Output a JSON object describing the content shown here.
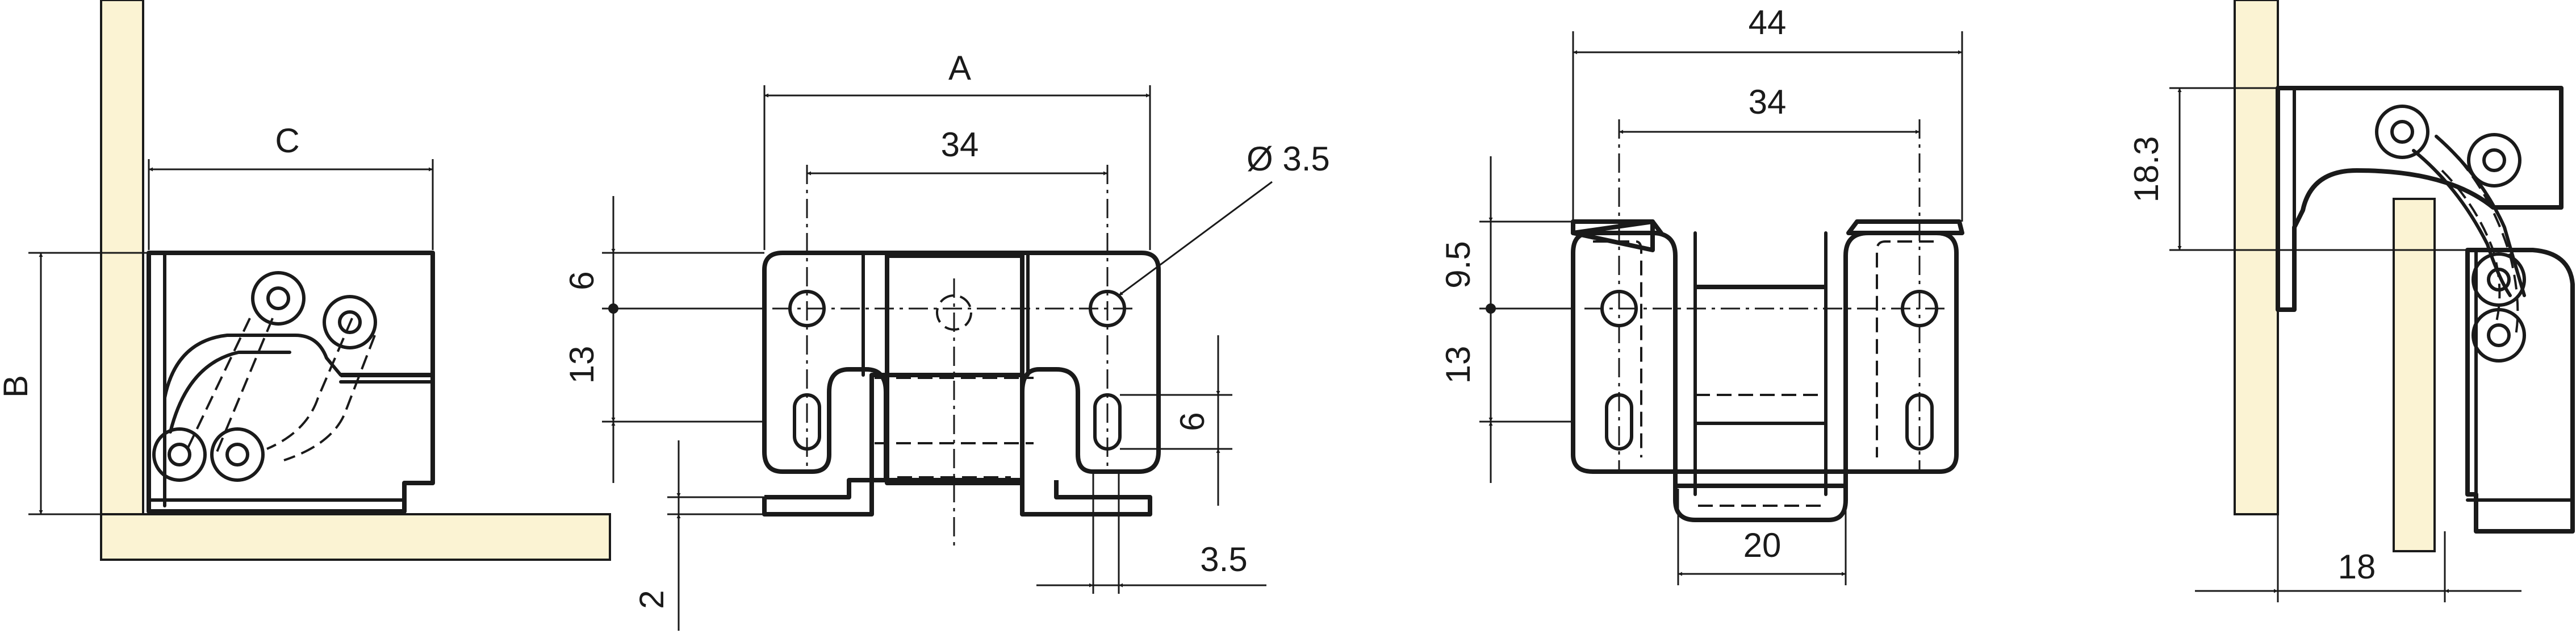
{
  "labels": {
    "dim_c": "C",
    "dim_b": "B",
    "dim_a": "A",
    "dim_34_front": "34",
    "dim_hole_dia": "Ø 3.5",
    "dim_6_left": "6",
    "dim_13_left": "13",
    "dim_6_right": "6",
    "dim_2": "2",
    "dim_3_5": "3.5",
    "dim_44": "44",
    "dim_34_back": "34",
    "dim_9_5": "9.5",
    "dim_13_back": "13",
    "dim_20": "20",
    "dim_18_3": "18.3",
    "dim_18": "18"
  },
  "colors": {
    "wood": "#fbf3d3",
    "line": "#1a1a1a",
    "background": "#ffffff"
  }
}
